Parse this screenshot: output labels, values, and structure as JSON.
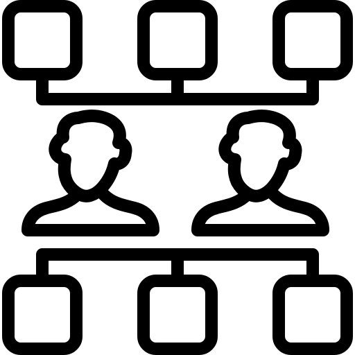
{
  "icon": {
    "name": "team-network-icon",
    "stroke_color": "#000000",
    "background_color": "#ffffff",
    "top_nodes": [
      "square-node",
      "square-node",
      "square-node"
    ],
    "people": [
      "person-icon",
      "person-icon"
    ],
    "bottom_nodes": [
      "square-node",
      "square-node",
      "square-node"
    ]
  }
}
